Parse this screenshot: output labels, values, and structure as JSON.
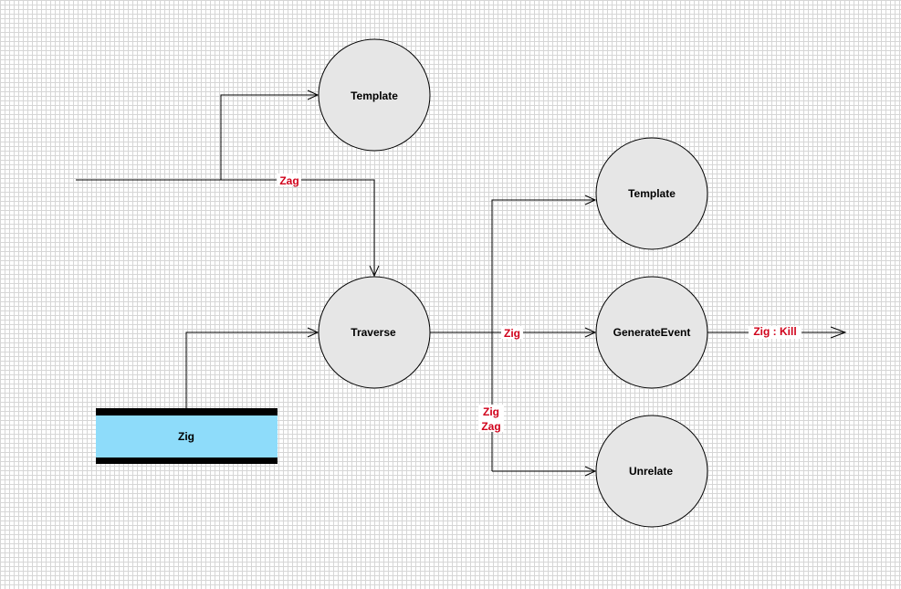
{
  "processes": {
    "template_top": "Template",
    "traverse": "Traverse",
    "template_right": "Template",
    "generate_event": "GenerateEvent",
    "unrelate": "Unrelate"
  },
  "datastore": {
    "label": "Zig",
    "color": "#8edcfa"
  },
  "flows": {
    "zag": "Zag",
    "zig": "Zig",
    "zig_kill": "Zig : Kill",
    "zig_zag_line1": "Zig",
    "zig_zag_line2": "Zag"
  },
  "colors": {
    "node_fill": "#e6e6e6",
    "flow_label": "#d0021b",
    "grid": "#d6d6d6"
  }
}
